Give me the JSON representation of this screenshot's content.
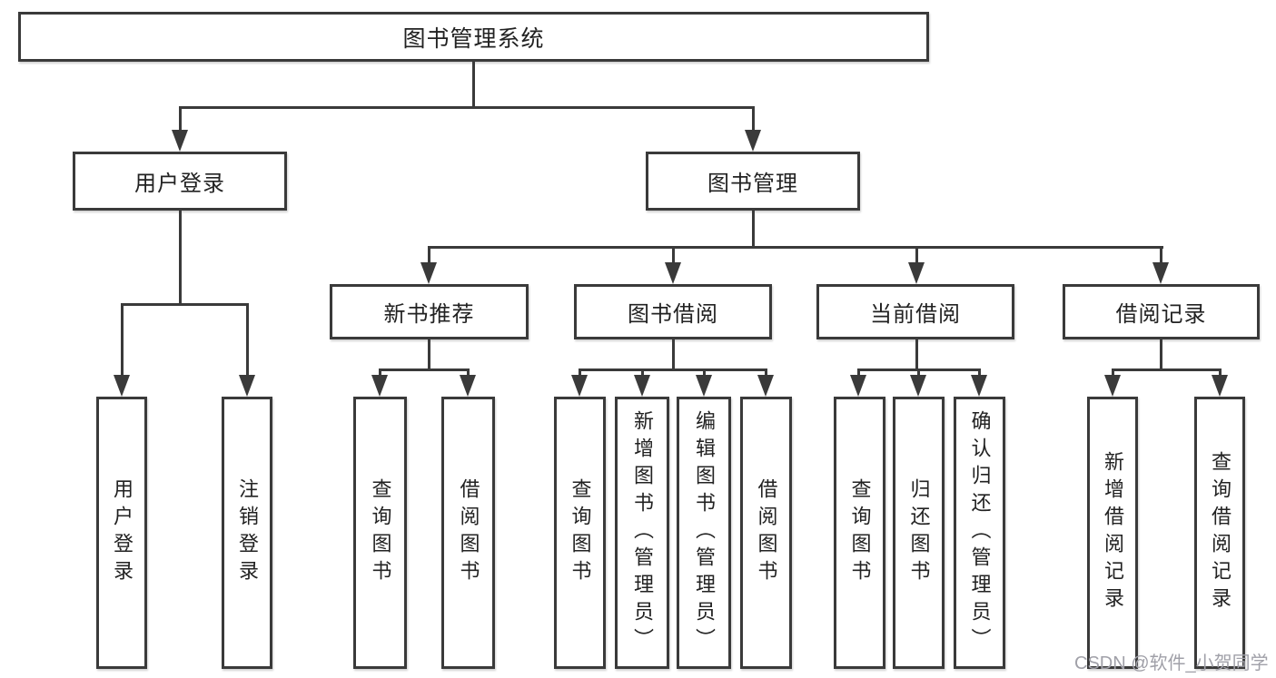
{
  "colors": {
    "line": "#3a3a3a",
    "text": "#222222",
    "background": "#ffffff",
    "watermark": "#a0a0a8"
  },
  "watermark": "CSDN @软件_小贺同学",
  "tree": {
    "root": {
      "label": "图书管理系统"
    },
    "level1": [
      {
        "label": "用户登录"
      },
      {
        "label": "图书管理"
      }
    ],
    "level2": [
      {
        "label": "新书推荐"
      },
      {
        "label": "图书借阅"
      },
      {
        "label": "当前借阅"
      },
      {
        "label": "借阅记录"
      }
    ],
    "leaves": [
      {
        "label": "用户登录"
      },
      {
        "label": "注销登录"
      },
      {
        "label": "查询图书"
      },
      {
        "label": "借阅图书"
      },
      {
        "label": "查询图书"
      },
      {
        "label": "新增图书（管理员）"
      },
      {
        "label": "编辑图书（管理员）"
      },
      {
        "label": "借阅图书"
      },
      {
        "label": "查询图书"
      },
      {
        "label": "归还图书"
      },
      {
        "label": "确认归还（管理员）"
      },
      {
        "label": "新增借阅记录"
      },
      {
        "label": "查询借阅记录"
      }
    ]
  }
}
